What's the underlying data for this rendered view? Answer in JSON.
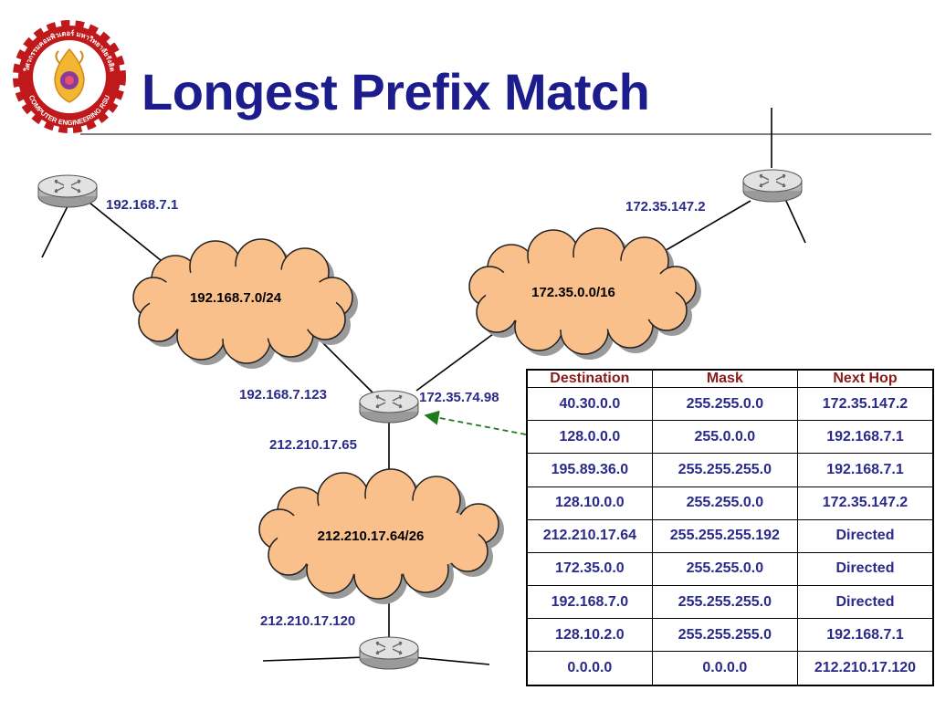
{
  "title": "Longest Prefix Match",
  "logo": {
    "arc_text_top": "วิศวกรรมคอมพิวเตอร์ มหาวิทยาลัยรังสิต",
    "arc_text_bottom": "COMPUTER ENGINEERING RSU",
    "gear_color": "#c0191b",
    "emblem_color": "#f2b632"
  },
  "colors": {
    "title": "#1c1c8c",
    "ip_label": "#2a2a8a",
    "cloud_fill": "#f9c08b",
    "table_header": "#8b1a1a",
    "table_cell": "#2a2a8a",
    "pointer_arrow": "#1f7a1f"
  },
  "networks": {
    "left": "192.168.7.0/24",
    "right": "172.35.0.0/16",
    "bottom": "212.210.17.64/26"
  },
  "interfaces": {
    "left_router": "192.168.7.1",
    "right_router": "172.35.147.2",
    "center_left": "192.168.7.123",
    "center_right": "172.35.74.98",
    "center_bottom": "212.210.17.65",
    "bottom_router": "212.210.17.120"
  },
  "routing_table": {
    "headers": [
      "Destination",
      "Mask",
      "Next Hop"
    ],
    "rows": [
      [
        "40.30.0.0",
        "255.255.0.0",
        "172.35.147.2"
      ],
      [
        "128.0.0.0",
        "255.0.0.0",
        "192.168.7.1"
      ],
      [
        "195.89.36.0",
        "255.255.255.0",
        "192.168.7.1"
      ],
      [
        "128.10.0.0",
        "255.255.0.0",
        "172.35.147.2"
      ],
      [
        "212.210.17.64",
        "255.255.255.192",
        "Directed"
      ],
      [
        "172.35.0.0",
        "255.255.0.0",
        "Directed"
      ],
      [
        "192.168.7.0",
        "255.255.255.0",
        "Directed"
      ],
      [
        "128.10.2.0",
        "255.255.255.0",
        "192.168.7.1"
      ],
      [
        "0.0.0.0",
        "0.0.0.0",
        "212.210.17.120"
      ]
    ]
  }
}
